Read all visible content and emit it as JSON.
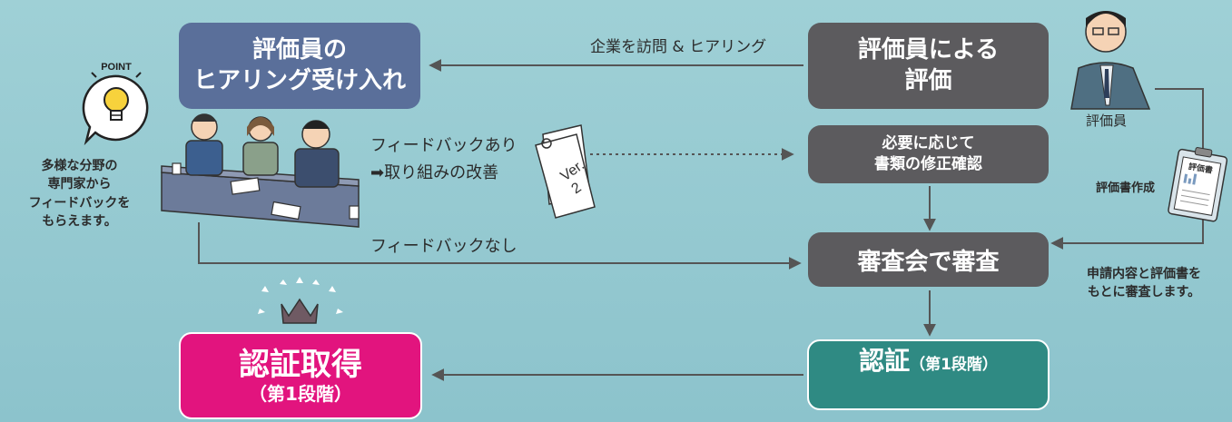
{
  "boxes": {
    "hearing_line1": "評価員の",
    "hearing_line2": "ヒアリング受け入れ",
    "eval_line1": "評価員による",
    "eval_line2": "評価",
    "revise_line1": "必要に応じて",
    "revise_line2": "書類の修正確認",
    "review": "審査会で審査",
    "cert_main": "認証",
    "cert_sub": "（第1段階）",
    "acquired_main": "認証取得",
    "acquired_sub": "（第1段階）"
  },
  "labels": {
    "visit": "企業を訪問 & ヒアリング",
    "feedback_yes_line1": "フィードバックあり",
    "feedback_yes_line2": "➡取り組みの改善",
    "feedback_no": "フィードバックなし",
    "evaluator": "評価員",
    "report_create": "評価書作成",
    "review_note_line1": "申請内容と評価書を",
    "review_note_line2": "もとに審査します。",
    "point_note_line1": "多様な分野の",
    "point_note_line2": "専門家から",
    "point_note_line3": "フィードバックを",
    "point_note_line4": "もらえます。",
    "point_badge": "POINT",
    "doc_version_line1": "Ver.",
    "doc_version_line2": "2",
    "clipboard_title": "評価書"
  },
  "colors": {
    "background": "#9fd0d6",
    "box_blue": "#5a6f9a",
    "box_gray": "#5c5b5e",
    "box_teal": "#2f8a83",
    "box_pink": "#e2147e",
    "arrow": "#555555"
  },
  "icons": [
    "lightbulb-icon",
    "meeting-illustration",
    "documents-icon",
    "evaluator-illustration",
    "clipboard-icon",
    "crown-icon"
  ]
}
